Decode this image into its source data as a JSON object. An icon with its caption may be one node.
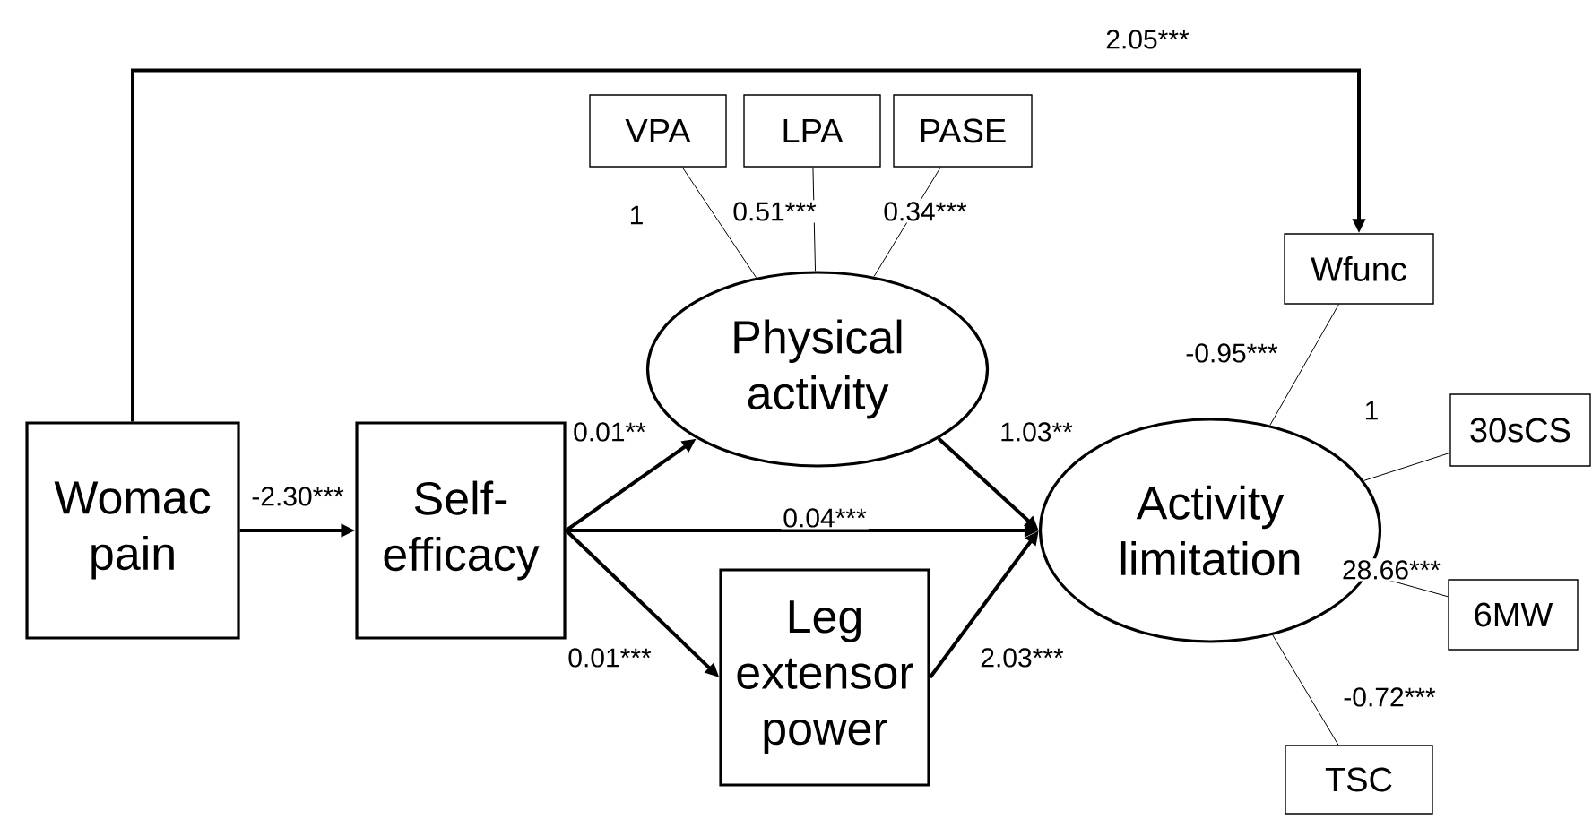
{
  "diagram": {
    "nodes": [
      {
        "text": [
          "Womac pain"
        ]
      },
      {
        "text": [
          "Self-efficacy"
        ]
      },
      {
        "text": [
          "Physical activity"
        ]
      },
      {
        "text": [
          "Leg extensor power"
        ]
      },
      {
        "text": [
          "Activity limitation"
        ]
      },
      {
        "text": [
          "VPA"
        ]
      },
      {
        "text": [
          "LPA"
        ]
      },
      {
        "text": [
          "PASE"
        ]
      },
      {
        "text": [
          "Wfunc"
        ]
      },
      {
        "text": [
          "30sCS"
        ]
      },
      {
        "text": [
          "6MW"
        ]
      },
      {
        "text": [
          "TSC"
        ]
      }
    ],
    "edges": [
      {
        "from": 0,
        "to": 8,
        "arrow": "to",
        "label": "2.05***",
        "style": "thick"
      },
      {
        "from": 0,
        "to": 1,
        "arrow": "to",
        "label": "-2.30***",
        "style": "thick"
      },
      {
        "from": 1,
        "to": 2,
        "arrow": "to",
        "label": "0.01**",
        "style": "thick"
      },
      {
        "from": 1,
        "to": 4,
        "arrow": "to",
        "label": "0.04***",
        "style": "thick"
      },
      {
        "from": 1,
        "to": 3,
        "arrow": "to",
        "label": "0.01***",
        "style": "thick"
      },
      {
        "from": 2,
        "to": 4,
        "arrow": "to",
        "label": "1.03**",
        "style": "thick"
      },
      {
        "from": 3,
        "to": 4,
        "arrow": "to",
        "label": "2.03***",
        "style": "thick"
      },
      {
        "from": 2,
        "to": 5,
        "arrow": "none",
        "label": "1"
      },
      {
        "from": 2,
        "to": 6,
        "arrow": "none",
        "label": "0.51***"
      },
      {
        "from": 2,
        "to": 7,
        "arrow": "none",
        "label": "0.34***"
      },
      {
        "from": 4,
        "to": 8,
        "arrow": "none",
        "label": "-0.95***"
      },
      {
        "from": 4,
        "to": 9,
        "arrow": "none",
        "label": "1"
      },
      {
        "from": 4,
        "to": 10,
        "arrow": "none",
        "label": "28.66***"
      },
      {
        "from": 4,
        "to": 11,
        "arrow": "none",
        "label": "-0.72***"
      }
    ]
  }
}
